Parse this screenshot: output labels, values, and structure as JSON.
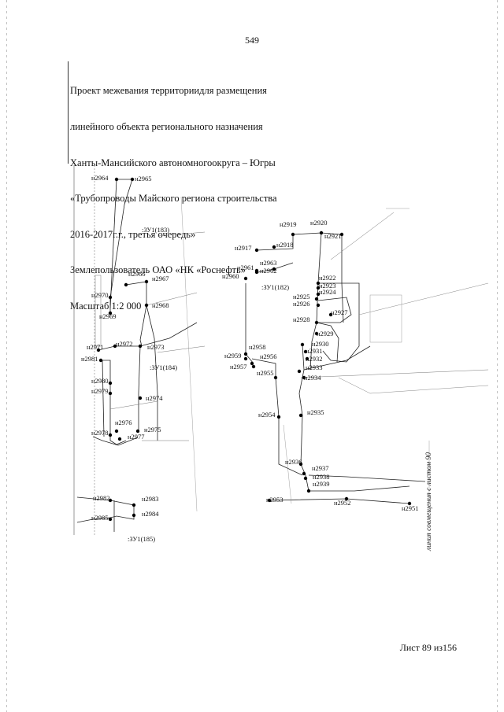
{
  "page_number": "549",
  "title_lines": [
    "Проект межевания территориидля размещения",
    "линейного объекта регионального назначения",
    "Ханты-Мансийского автономногоокруга – Югры",
    "«Трубопроводы Майского региона строительства",
    "2016-2017г.г., третья очередь»",
    "Землепользователь ОАО «НК «Роснефть»",
    "Масштаб 1:2 000"
  ],
  "sheet": "Лист 89 из156",
  "side_note": "линия совмещения с листом 90",
  "zones": [
    "ЗУ1(183)",
    "ЗУ1(182)",
    "ЗУ1(184)",
    "ЗУ1(185)"
  ],
  "points": [
    "н2964",
    "н2965",
    "н2966",
    "н2967",
    "н2968",
    "н2969",
    "н2970",
    "н2971",
    "н2972",
    "н2973",
    "н2974",
    "н2975",
    "н2976",
    "н2977",
    "н2978",
    "н2979",
    "н2980",
    "н2981",
    "н2982",
    "н2983",
    "н2984",
    "н2985",
    "н2917",
    "н2918",
    "н2919",
    "н2920",
    "н2921",
    "н2922",
    "н2923",
    "н2924",
    "н2925",
    "н2926",
    "н2927",
    "н2928",
    "н2929",
    "н2930",
    "н2931",
    "н2932",
    "н2933",
    "н2934",
    "н2935",
    "н2936",
    "н2937",
    "н2938",
    "н2939",
    "н2951",
    "н2952",
    "н2953",
    "н2954",
    "н2955",
    "н2956",
    "н2957",
    "н2958",
    "н2959",
    "н2960",
    "н2961",
    "н2962",
    "н2963"
  ]
}
